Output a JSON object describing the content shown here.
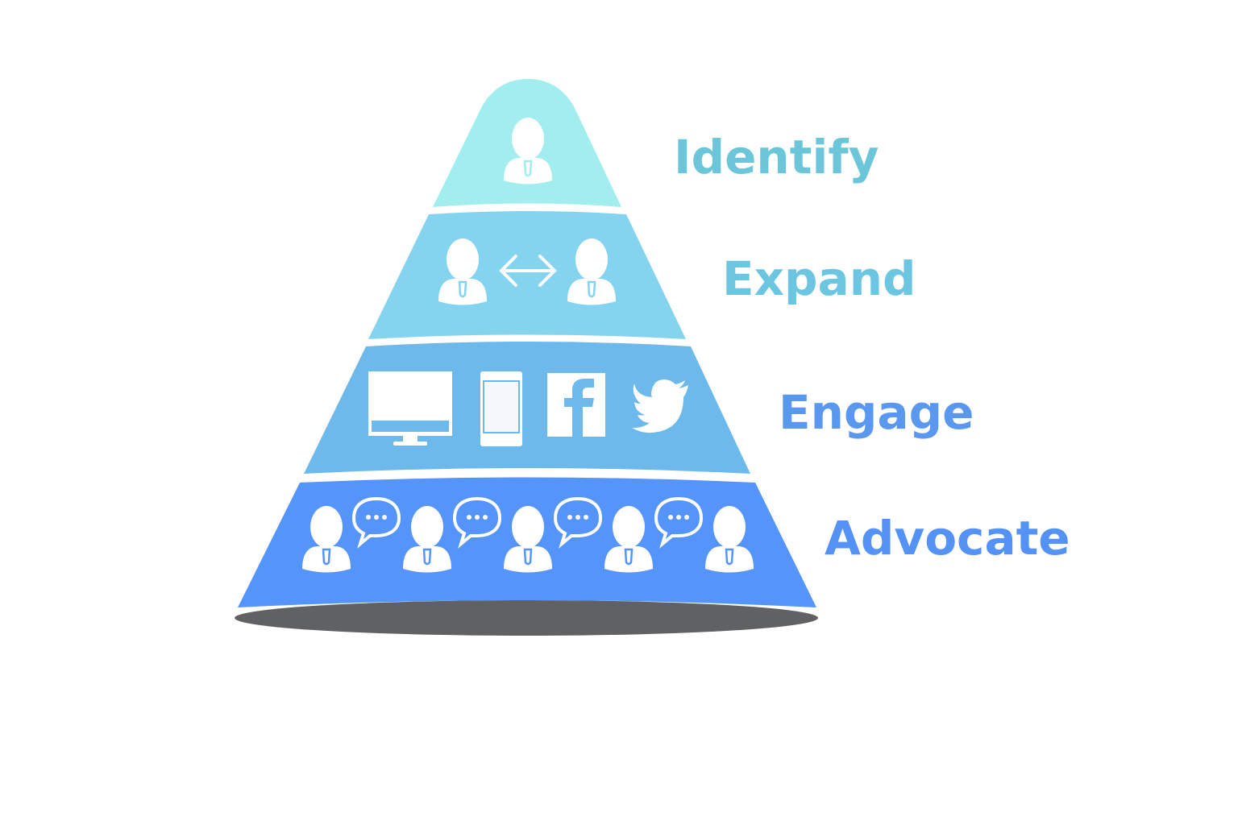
{
  "colors": {
    "identify_fill": "#a2eeee",
    "expand_fill": "#84d4ef",
    "engage_fill": "#6db9ec",
    "advocate_fill": "#5595fb",
    "base_shadow": "#606162",
    "identify_text": "#6cc6da",
    "expand_text": "#6cc6e2",
    "engage_text": "#5a98f0",
    "advocate_text": "#5592f6",
    "icon": "#ffffff"
  },
  "levels": [
    {
      "label": "Identify",
      "icons": [
        "person-icon"
      ]
    },
    {
      "label": "Expand",
      "icons": [
        "person-icon",
        "double-arrow-icon",
        "person-icon"
      ]
    },
    {
      "label": "Engage",
      "icons": [
        "desktop-monitor-icon",
        "smartphone-icon",
        "facebook-icon",
        "twitter-icon"
      ]
    },
    {
      "label": "Advocate",
      "icons": [
        "person-icon",
        "chat-bubble-icon",
        "person-icon",
        "chat-bubble-icon",
        "person-icon",
        "chat-bubble-icon",
        "person-icon",
        "chat-bubble-icon",
        "person-icon"
      ]
    }
  ]
}
